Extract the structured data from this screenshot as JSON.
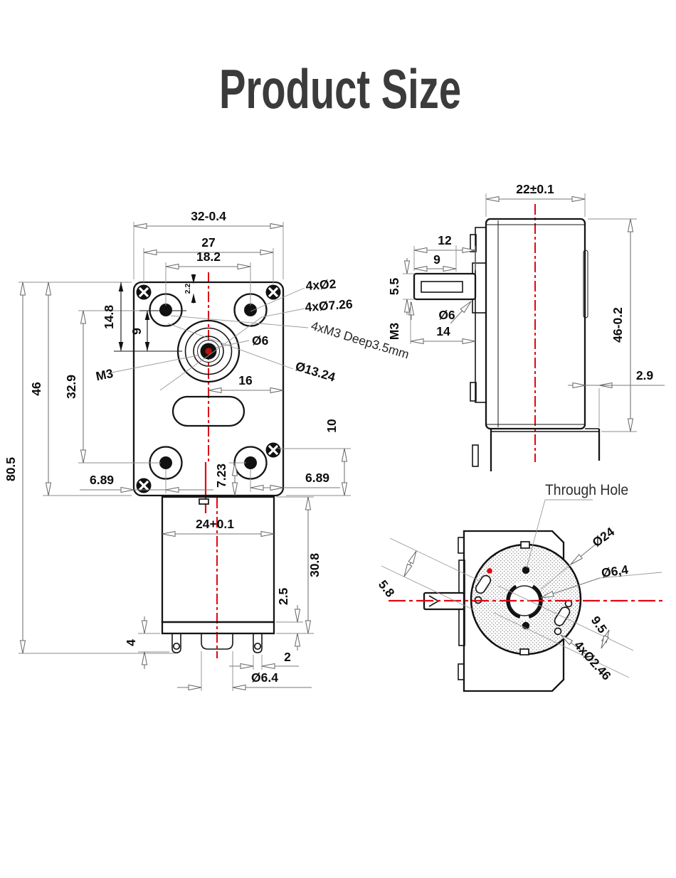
{
  "title": "Product Size",
  "colors": {
    "centerline_red": "#e20613",
    "outline": "#151515",
    "dim_gray": "#777777",
    "title_text": "#3b3b3b"
  },
  "front_view": {
    "overall_width": "32-0.4",
    "screw_span": "27",
    "hole_span": "18.2",
    "edge_to_screw": "2.2",
    "top_to_center": "14.8",
    "hole_row_to_center": "9",
    "gearbox_height": "46",
    "hole_rows_span": "32.9",
    "total_height": "80.5",
    "output_thread": "M3",
    "edge_to_hole_left": "6.89",
    "edge_to_hole_right": "6.89",
    "hole_to_bottom": "7.23",
    "pin_holes": "4xØ2",
    "mount_holes": "4xØ7.26",
    "tapped_holes": "4xM3 Deep3.5mm",
    "shaft_dia": "Ø6",
    "hub_dia": "Ø13.24",
    "center_to_edge": "16",
    "screw_to_bottom": "10",
    "motor_width": "24+0.1",
    "motor_height": "30.8",
    "plate_thickness": "2.5",
    "pin_length": "4",
    "pin_width": "2",
    "cap_dia": "Ø6.4"
  },
  "side_view": {
    "body_width": "22±0.1",
    "shaft_length": "12",
    "flat_length": "9",
    "shaft_flat_height": "5.5",
    "shaft_thread": "M3",
    "shaft_dia": "Ø6",
    "shaft_total_length": "14",
    "body_height": "46-0.2",
    "step_depth": "2.9"
  },
  "rear_view": {
    "through_hole_label": "Through Hole",
    "outer_dia": "Ø24",
    "center_dia": "Ø6,4",
    "slot_offset": "5.8",
    "slot_span": "9.5",
    "small_holes": "4xØ2.46"
  }
}
